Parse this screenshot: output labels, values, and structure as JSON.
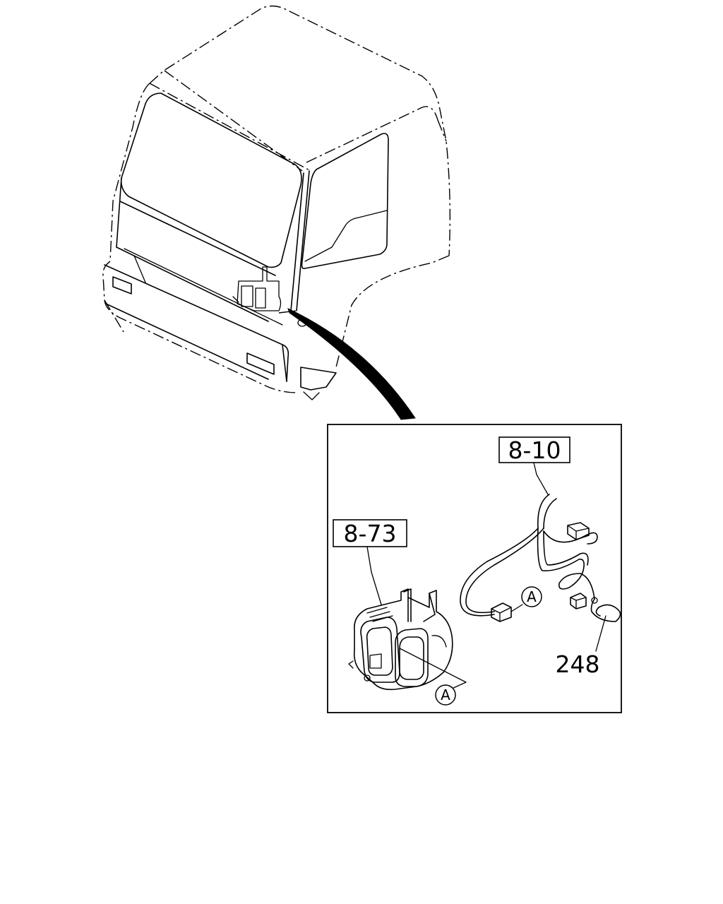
{
  "callouts": {
    "harness_ref": "8-10",
    "blower_ref": "8-73",
    "clip_part": "248",
    "connector_mark_wire": "A",
    "connector_mark_unit": "A"
  }
}
